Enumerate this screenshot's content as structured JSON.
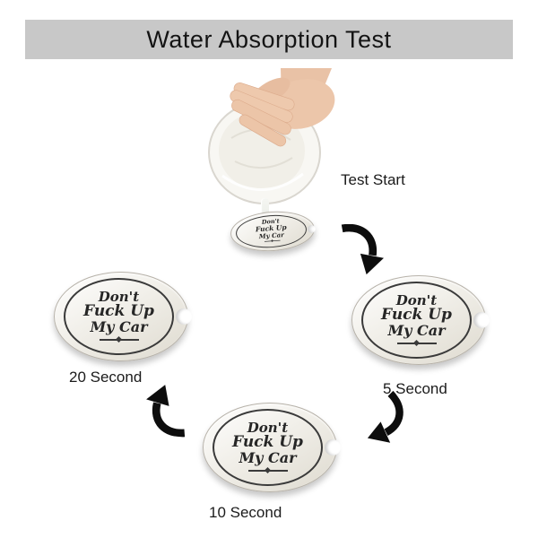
{
  "title": "Water Absorption Test",
  "coaster_text": {
    "line1": "Don't",
    "line2": "Fuck Up",
    "line3": "My Car"
  },
  "steps": {
    "start": {
      "label": "Test Start"
    },
    "s5": {
      "label": "5 Second"
    },
    "s10": {
      "label": "10 Second"
    },
    "s20": {
      "label": "20 Second"
    }
  },
  "colors": {
    "banner_bg": "#c8c8c8",
    "title_text": "#141414",
    "label_text": "#1b1b1b",
    "arrow": "#0d0d0d",
    "coaster_face_light": "#ffffff",
    "coaster_face_dark": "#dedacf",
    "coaster_ring": "#3a3a3a",
    "coaster_text": "#262626",
    "skin": "#e9c2a6",
    "cup": "#f8f7f3"
  }
}
